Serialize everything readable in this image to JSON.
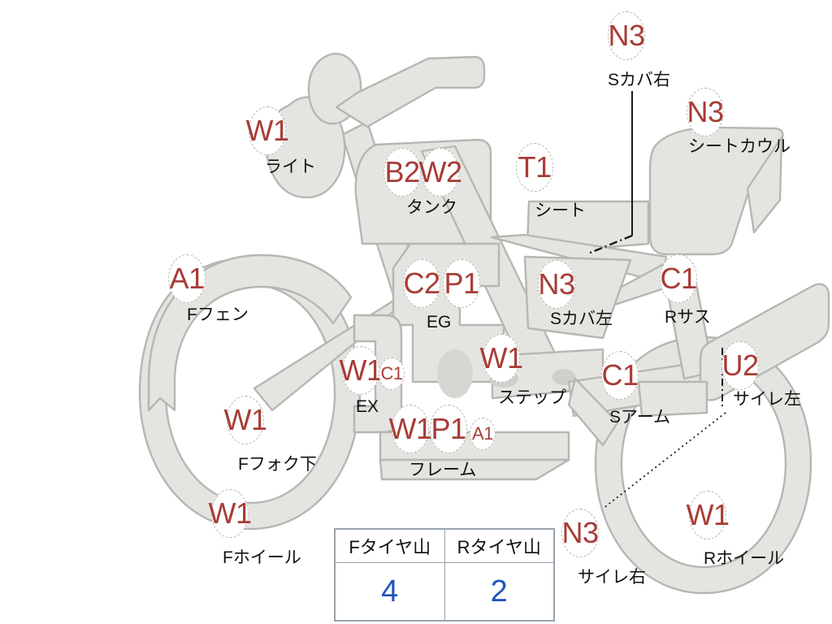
{
  "diagram": {
    "title": "motorcycle-inspection-diagram",
    "colors": {
      "marker_text": "#a83c36",
      "marker_fill": "#ffffff",
      "marker_border": "#b9b9b5",
      "body_fill": "#e4e4e0",
      "body_stroke": "#b6b6b2",
      "caption_text": "#111111",
      "table_value": "#2255bb",
      "table_border": "#9aa3ad",
      "background": "#ffffff"
    },
    "markers": [
      {
        "id": "light",
        "code": "W1",
        "label": "ライト",
        "size": "big"
      },
      {
        "id": "tank-b2",
        "code": "B2",
        "label": "",
        "size": "big"
      },
      {
        "id": "tank-w2",
        "code": "W2",
        "label": "タンク",
        "size": "big"
      },
      {
        "id": "seat",
        "code": "T1",
        "label": "シート",
        "size": "big"
      },
      {
        "id": "s-cover-r",
        "code": "N3",
        "label": "Sカバ右",
        "size": "big"
      },
      {
        "id": "seat-cowl",
        "code": "N3",
        "label": "シートカウル",
        "size": "big"
      },
      {
        "id": "f-fender",
        "code": "A1",
        "label": "Fフェン",
        "size": "big"
      },
      {
        "id": "engine-c2",
        "code": "C2",
        "label": "",
        "size": "big"
      },
      {
        "id": "engine-p1",
        "code": "P1",
        "label": "EG",
        "size": "big"
      },
      {
        "id": "s-cover-l",
        "code": "N3",
        "label": "Sカバ左",
        "size": "big"
      },
      {
        "id": "r-susp",
        "code": "C1",
        "label": "Rサス",
        "size": "big"
      },
      {
        "id": "exhaust-w1",
        "code": "W1",
        "label": "EX",
        "size": "big"
      },
      {
        "id": "exhaust-c1",
        "code": "C1",
        "label": "",
        "size": "small"
      },
      {
        "id": "step",
        "code": "W1",
        "label": "ステップ",
        "size": "big"
      },
      {
        "id": "s-arm",
        "code": "C1",
        "label": "Sアーム",
        "size": "big"
      },
      {
        "id": "silencer-l",
        "code": "U2",
        "label": "サイレ左",
        "size": "big"
      },
      {
        "id": "f-fork-low",
        "code": "W1",
        "label": "Fフォク下",
        "size": "big"
      },
      {
        "id": "frame-w1",
        "code": "W1",
        "label": "",
        "size": "big"
      },
      {
        "id": "frame-p1",
        "code": "P1",
        "label": "フレーム",
        "size": "big"
      },
      {
        "id": "frame-a1",
        "code": "A1",
        "label": "",
        "size": "small"
      },
      {
        "id": "f-wheel",
        "code": "W1",
        "label": "Fホイール",
        "size": "big"
      },
      {
        "id": "silencer-r",
        "code": "N3",
        "label": "サイレ右",
        "size": "big"
      },
      {
        "id": "r-wheel",
        "code": "W1",
        "label": "Rホイール",
        "size": "big"
      }
    ],
    "codes": {
      "light": "W1",
      "tank_b2": "B2",
      "tank_w2": "W2",
      "seat": "T1",
      "s_cover_right": "N3",
      "seat_cowl": "N3",
      "f_fender": "A1",
      "engine_c2": "C2",
      "engine_p1": "P1",
      "s_cover_left": "N3",
      "r_suspension": "C1",
      "exhaust_w1": "W1",
      "exhaust_c1": "C1",
      "step": "W1",
      "swing_arm": "C1",
      "silencer_left": "U2",
      "f_fork_lower": "W1",
      "frame_w1": "W1",
      "frame_p1": "P1",
      "frame_a1": "A1",
      "f_wheel": "W1",
      "silencer_right": "N3",
      "r_wheel": "W1"
    },
    "captions": {
      "light": "ライト",
      "tank": "タンク",
      "seat": "シート",
      "s_cover_right": "Sカバ右",
      "seat_cowl": "シートカウル",
      "f_fender": "Fフェン",
      "engine": "EG",
      "s_cover_left": "Sカバ左",
      "r_suspension": "Rサス",
      "exhaust": "EX",
      "step": "ステップ",
      "swing_arm": "Sアーム",
      "silencer_left": "サイレ左",
      "f_fork_lower": "Fフォク下",
      "frame": "フレーム",
      "f_wheel": "Fホイール",
      "silencer_right": "サイレ右",
      "r_wheel": "Rホイール"
    },
    "tyre_table": {
      "headers": [
        "Fタイヤ山",
        "Rタイヤ山"
      ],
      "values": [
        "4",
        "2"
      ]
    }
  }
}
